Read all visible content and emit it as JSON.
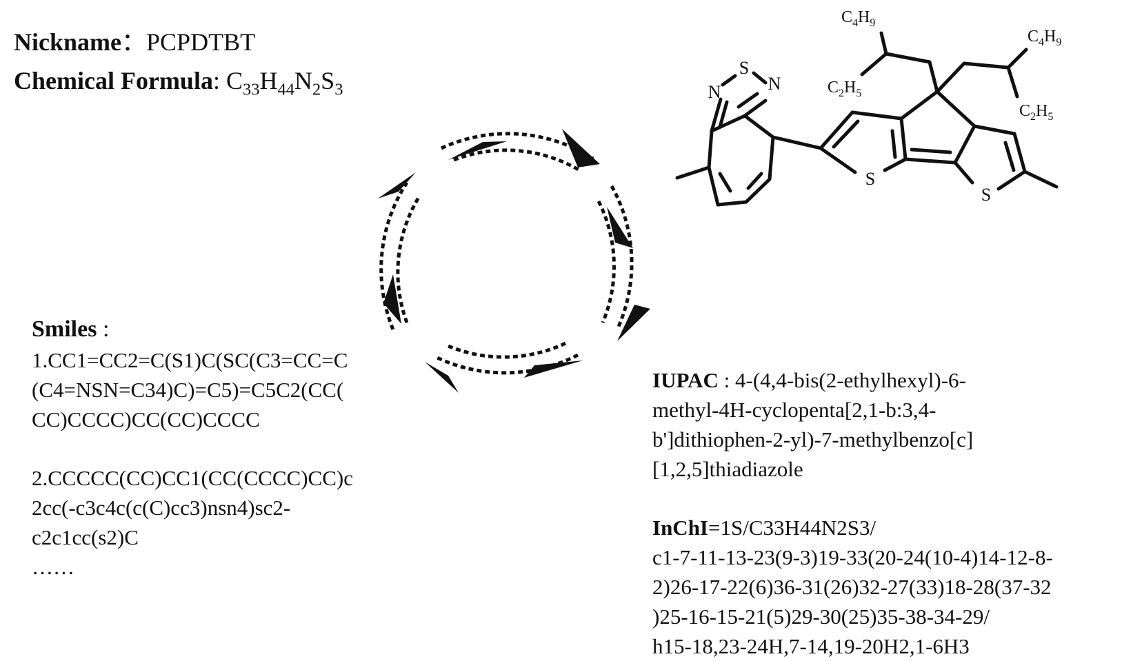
{
  "header": {
    "nickname_label": "Nickname",
    "nickname_sep": "：",
    "nickname_value": "PCPDTBT",
    "formula_label": "Chemical Formula",
    "formula_sep": ": ",
    "formula_parts": [
      {
        "el": "C",
        "n": "33"
      },
      {
        "el": "H",
        "n": "44"
      },
      {
        "el": "N",
        "n": "2"
      },
      {
        "el": "S",
        "n": "3"
      }
    ]
  },
  "smiles": {
    "label": "Smiles",
    "sep": " :",
    "entry1_lines": [
      "1.CC1=CC2=C(S1)C(SC(C3=CC=C",
      "(C4=NSN=C34)C)=C5)=C5C2(CC(",
      "CC)CCCC)CC(CC)CCCC"
    ],
    "entry2_lines": [
      "2.CCCCC(CC)CC1(CC(CCCC)CC)c",
      "2cc(-c3c4c(c(C)cc3)nsn4)sc2-",
      "c2c1cc(s2)C"
    ],
    "ellipsis": "……"
  },
  "iupac": {
    "label": "IUPAC",
    "sep": " : ",
    "first_line": "4-(4,4-bis(2-ethylhexyl)-6-",
    "more_lines": [
      "methyl-4H-cyclopenta[2,1-b:3,4-",
      "b']dithiophen-2-yl)-7-methylbenzo[c]",
      "[1,2,5]thiadiazole"
    ]
  },
  "inchi": {
    "label": "InChI",
    "first_line": "=1S/C33H44N2S3/",
    "more_lines": [
      "c1-7-11-13-23(9-3)19-33(20-24(10-4)14-12-8-",
      "2)26-17-22(6)36-31(26)32-27(33)18-28(37-32",
      ")25-16-15-21(5)29-30(25)35-38-34-29/",
      "h15-18,23-24H,7-14,19-20H2,1-6H3"
    ]
  },
  "structure": {
    "atoms": {
      "sulfur": "S",
      "nitrogen": "N"
    },
    "substituents": [
      {
        "base": "C",
        "sub1": "4",
        "mid": "H",
        "sub2": "9"
      },
      {
        "base": "C",
        "sub1": "2",
        "mid": "H",
        "sub2": "5"
      },
      {
        "base": "C",
        "sub1": "4",
        "mid": "H",
        "sub2": "9"
      },
      {
        "base": "C",
        "sub1": "2",
        "mid": "H",
        "sub2": "5"
      }
    ]
  }
}
